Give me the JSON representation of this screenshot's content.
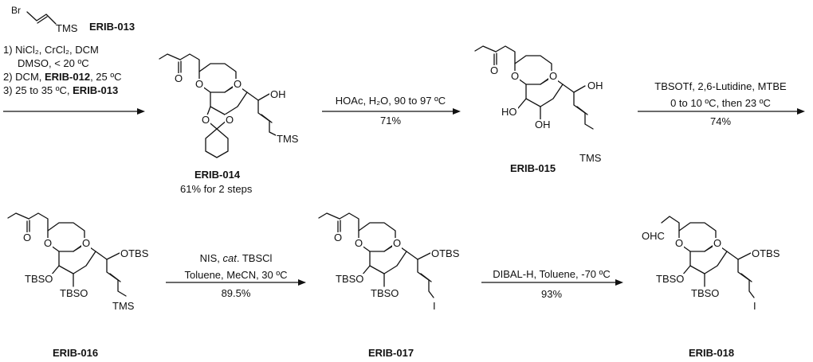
{
  "reagent_header": {
    "br": "Br",
    "tms": "TMS",
    "label": "ERIB-013"
  },
  "step1": {
    "line1": "1) NiCl₂, CrCl₂, DCM",
    "line2": "DMSO, < 20 ºC",
    "line3_pre": "2) DCM, ",
    "line3_bold": "ERIB-012",
    "line3_post": ", 25 ºC",
    "line4_pre": "3) 25 to 35 ºC, ",
    "line4_bold": "ERIB-013"
  },
  "step2": {
    "line1": "HOAc, H₂O, 90 to 97 ºC",
    "line2": "71%"
  },
  "step3": {
    "line1": "TBSOTf, 2,6-Lutidine, MTBE",
    "line2": "0 to 10 ºC, then 23 ºC",
    "line3": "74%"
  },
  "step4": {
    "line1_pre": "NIS, ",
    "line1_italic": "cat",
    "line1_post": ". TBSCl",
    "line2": "Toluene, MeCN, 30 ºC",
    "line3": "89.5%"
  },
  "step5": {
    "line1": "DIBAL-H, Toluene, -70 ºC",
    "line2": "93%"
  },
  "compounds": {
    "c014": {
      "name": "ERIB-014",
      "yield": "61% for 2 steps"
    },
    "c015": {
      "name": "ERIB-015"
    },
    "c016": {
      "name": "ERIB-016"
    },
    "c017": {
      "name": "ERIB-017"
    },
    "c018": {
      "name": "ERIB-018"
    }
  },
  "atoms": {
    "O": "O",
    "OH": "OH",
    "HO": "HO",
    "TMS": "TMS",
    "OTBS": "OTBS",
    "TBSO": "TBSO",
    "I": "I",
    "OHC": "OHC"
  }
}
